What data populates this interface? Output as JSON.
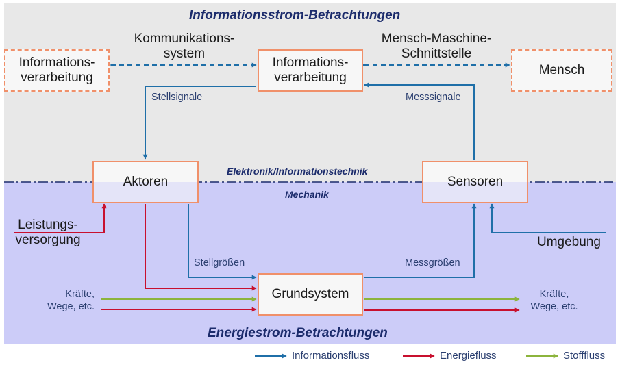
{
  "titles": {
    "top": "Informationsstrom-Betrachtungen",
    "bottom": "Energiestrom-Betrachtungen",
    "layer_upper": "Elektronik/Informationstechnik",
    "layer_lower": "Mechanik"
  },
  "boxes": {
    "info_left": "Informations-\nverarbeitung",
    "info_center": "Informations-\nverarbeitung",
    "mensch": "Mensch",
    "aktoren": "Aktoren",
    "sensoren": "Sensoren",
    "grundsystem": "Grundsystem"
  },
  "labels": {
    "kommunikation": "Kommunikations-\nsystem",
    "mms": "Mensch-Maschine-\nSchnittstelle",
    "stellsignale": "Stellsignale",
    "messsignale": "Messsignale",
    "leistung": "Leistungs-\nversorgung",
    "umgebung": "Umgebung",
    "stellgroessen": "Stellgrößen",
    "messgroessen": "Messgrößen",
    "kraefte_in": "Kräfte,\nWege, etc.",
    "kraefte_out": "Kräfte,\nWege, etc."
  },
  "legend": {
    "information": "Informationsfluss",
    "energie": "Energiefluss",
    "stoff": "Stofffluss"
  },
  "colors": {
    "information": "#1f6fa8",
    "energie": "#c8102e",
    "stoff": "#8cb43c",
    "box_border": "#f0906a",
    "zone_top": "#e8e8e8",
    "zone_bottom": "#ccccf8",
    "title": "#1c2c6c"
  }
}
